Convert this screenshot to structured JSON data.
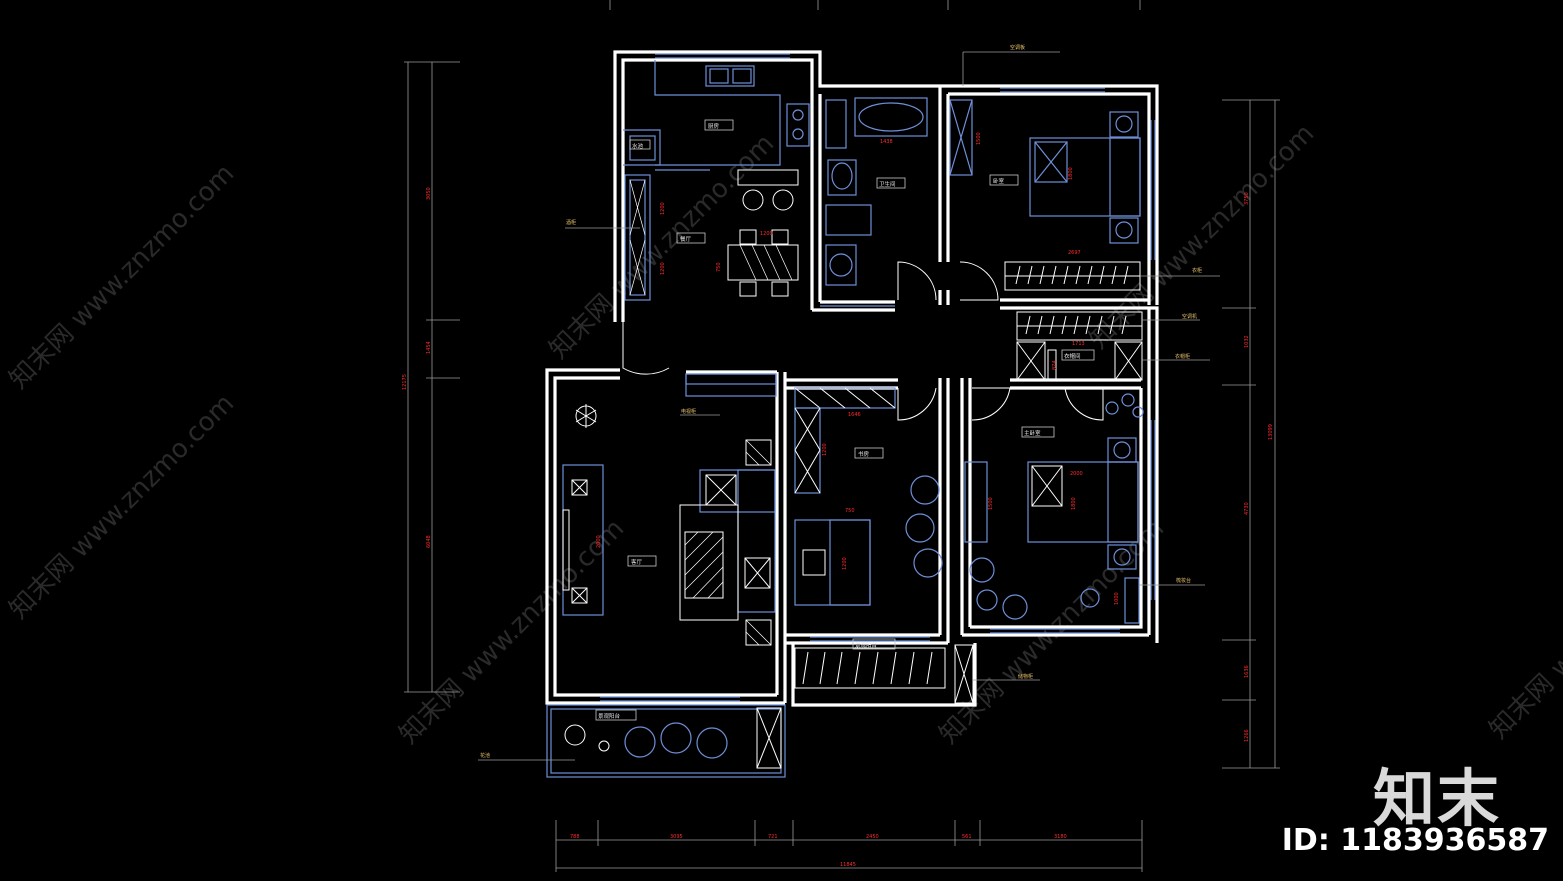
{
  "rooms": {
    "kitchen": "厨房",
    "dining": "餐厅",
    "bath": "卫生间",
    "bedroom2": "卧室",
    "living": "客厅",
    "study": "书房",
    "master": "主卧室",
    "cloak": "衣帽间",
    "balcony1": "景观阳台",
    "balcony2": "景观阳台",
    "wash": "水池"
  },
  "annotations": {
    "top_note": "空调板",
    "left_note": "酒柜",
    "right_note1": "衣柜",
    "right_note2": "空调机",
    "right_note3": "衣帽柜",
    "right_note4": "梳妆台",
    "balcony_note": "花池",
    "study_note": "储物柜",
    "tv_note": "电视柜"
  },
  "dims_bottom": [
    "788",
    "3095",
    "721",
    "2450",
    "561",
    "3180"
  ],
  "dims_bottom_total": "11845",
  "dims_left": [
    "3050",
    "1454",
    "6048"
  ],
  "dims_left_total": "12175",
  "dims_right": [
    "3750",
    "1032",
    "13099",
    "4730",
    "1636",
    "1266"
  ],
  "dims_inner": {
    "bath_tub": "1438",
    "bed2_w": "2697",
    "bed2_closet": "1500",
    "bed2_bed": "1800",
    "dining_table": "1200",
    "dining_h1": "1200",
    "dining_h2": "1200",
    "dining_side": "750",
    "study_w": "1646",
    "study_h": "1200",
    "study_desk": "750",
    "study_desk_h": "1200",
    "master_bed": "2000",
    "master_bed_h": "1800",
    "master_wall": "1500",
    "master_dress": "1000",
    "living_tv": "2000",
    "cloak_w": "1713",
    "cloak_h": "874"
  },
  "watermark": "知末网 www.znzmo.com",
  "brand": "知末",
  "image_id": "ID: 1183936587"
}
